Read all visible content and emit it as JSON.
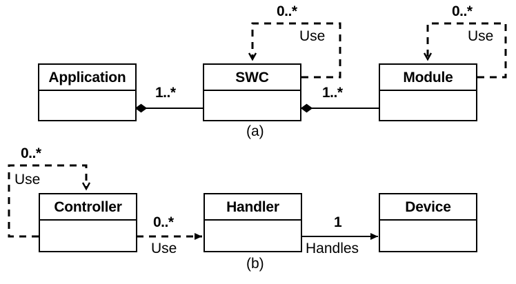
{
  "figure": {
    "title_a": "(a)",
    "title_b": "(b)"
  },
  "diagram_a": {
    "classes": [
      {
        "name": "Application"
      },
      {
        "name": "SWC"
      },
      {
        "name": "Module"
      }
    ],
    "relations": [
      {
        "kind": "composition",
        "from": "Application",
        "to": "SWC",
        "multiplicity": "1..*",
        "label": ""
      },
      {
        "kind": "composition",
        "from": "SWC",
        "to": "Module",
        "multiplicity": "1..*",
        "label": ""
      },
      {
        "kind": "dependency",
        "from": "SWC",
        "to": "SWC",
        "multiplicity": "0..*",
        "label": "Use"
      },
      {
        "kind": "dependency",
        "from": "Module",
        "to": "Module",
        "multiplicity": "0..*",
        "label": "Use"
      }
    ]
  },
  "diagram_b": {
    "classes": [
      {
        "name": "Controller"
      },
      {
        "name": "Handler"
      },
      {
        "name": "Device"
      }
    ],
    "relations": [
      {
        "kind": "dependency",
        "from": "Controller",
        "to": "Controller",
        "multiplicity": "0..*",
        "label": "Use"
      },
      {
        "kind": "dependency",
        "from": "Controller",
        "to": "Handler",
        "multiplicity": "0..*",
        "label": "Use"
      },
      {
        "kind": "association",
        "from": "Handler",
        "to": "Device",
        "multiplicity": "1",
        "label": "Handles"
      }
    ]
  },
  "colors": {
    "stroke": "#000000",
    "fill": "#ffffff"
  }
}
